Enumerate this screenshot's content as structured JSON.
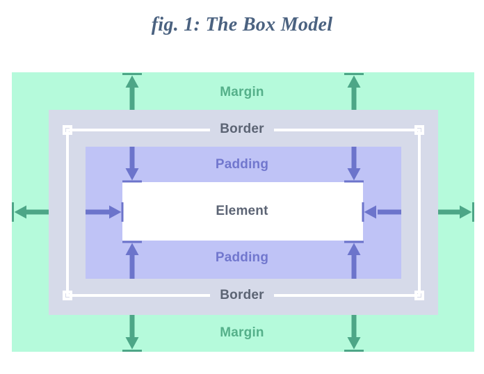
{
  "title": "fig. 1: The Box Model",
  "labels": {
    "margin_top": "Margin",
    "border_top": "Border",
    "padding_top": "Padding",
    "element": "Element",
    "padding_bottom": "Padding",
    "border_bottom": "Border",
    "margin_bottom": "Margin"
  },
  "colors": {
    "page_bg": "#ffffff",
    "title_color": "#4b6280",
    "margin_bg": "#b5fadb",
    "border_bg": "#d6dae9",
    "padding_bg": "#bfc3f6",
    "element_bg": "#ffffff",
    "outline": "#ffffff",
    "margin_text": "#55b08a",
    "border_text": "#5c6474",
    "padding_text": "#7177ce",
    "element_text": "#5c6474",
    "margin_arrow": "#4da687",
    "padding_arrow": "#6c74cb"
  }
}
